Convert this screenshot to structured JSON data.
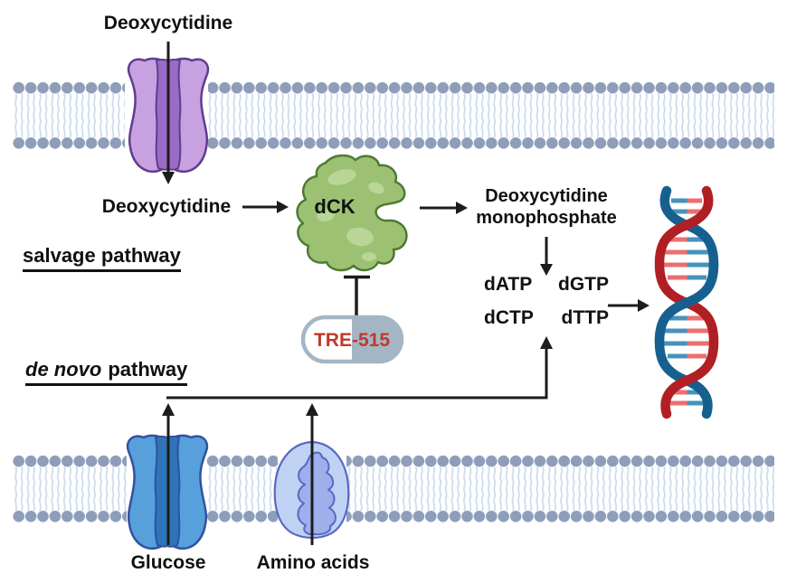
{
  "labels": {
    "extracellular_substrate": "Deoxycytidine",
    "intracellular_substrate": "Deoxycytidine",
    "enzyme": "dCK",
    "product_line1": "Deoxycytidine",
    "product_line2": "monophosphate",
    "salvage_pathway": "salvage pathway",
    "de_novo": "de novo",
    "pathway_word": "pathway",
    "drug": "TRE-515",
    "glucose": "Glucose",
    "amino_acids": "Amino acids"
  },
  "dntps": [
    "dATP",
    "dGTP",
    "dCTP",
    "dTTP"
  ],
  "icons": {
    "membrane": "lipid-bilayer",
    "purple_transporter": "nucleoside-transporter-channel",
    "blue_transporter": "glucose-transporter-channel",
    "lightblue_transporter": "amino-acid-transporter",
    "enzyme_blob": "dck-enzyme-blob",
    "pill": "drug-capsule",
    "helix": "dna-double-helix",
    "inhibition": "t-bar-inhibitor"
  },
  "colors": {
    "membrane_head": "#8e9eba",
    "membrane_tail": "#cbdaed",
    "purple_fill": "#c7a1e0",
    "purple_center": "#9a6cc6",
    "purple_stroke": "#5f3d8f",
    "blue_fill": "#57a0dc",
    "blue_center": "#2f74b8",
    "blue_stroke": "#32519f",
    "amino_fill": "#c0d2f4",
    "amino_inner": "#9db0ec",
    "amino_stroke": "#5a68c2",
    "green_fill": "#9cc173",
    "green_light": "#b9d697",
    "green_stroke": "#4f7a33",
    "capsule_gray": "#a4b6c4",
    "drug_text": "#c0392b",
    "dna_blue": "#16608f",
    "dna_red": "#b01f24",
    "rung_blue": "#4493bb",
    "rung_red": "#ed6e6e",
    "arrow": "#1c1c1c"
  }
}
